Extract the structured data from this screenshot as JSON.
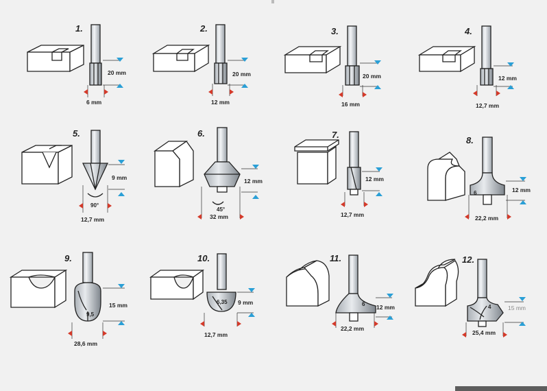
{
  "bits": [
    {
      "number": "1.",
      "width": "6 mm",
      "height": "20 mm"
    },
    {
      "number": "2.",
      "width": "12 mm",
      "height": "20 mm"
    },
    {
      "number": "3.",
      "width": "16 mm",
      "height": "20 mm"
    },
    {
      "number": "4.",
      "width": "12,7 mm",
      "height": "12 mm"
    },
    {
      "number": "5.",
      "width": "12,7 mm",
      "height": "9 mm",
      "angle": "90°"
    },
    {
      "number": "6.",
      "width": "32 mm",
      "height": "12 mm",
      "angle": "45°"
    },
    {
      "number": "7.",
      "width": "12,7 mm",
      "height": "12 mm"
    },
    {
      "number": "8.",
      "width": "22,2 mm",
      "height": "12 mm",
      "radius": "6"
    },
    {
      "number": "9.",
      "width": "28,6 mm",
      "height": "15 mm",
      "radius": "9,5"
    },
    {
      "number": "10.",
      "width": "12,7 mm",
      "height": "9 mm",
      "radius": "6,35"
    },
    {
      "number": "11.",
      "width": "22,2 mm",
      "height": "12 mm",
      "radius": "6"
    },
    {
      "number": "12.",
      "width": "25,4 mm",
      "height": "15 mm",
      "radius": "4"
    }
  ],
  "colors": {
    "width_marker": "#d43a2a",
    "height_marker": "#2a9fd6",
    "line": "#222222",
    "background": "#f1f1f1"
  }
}
